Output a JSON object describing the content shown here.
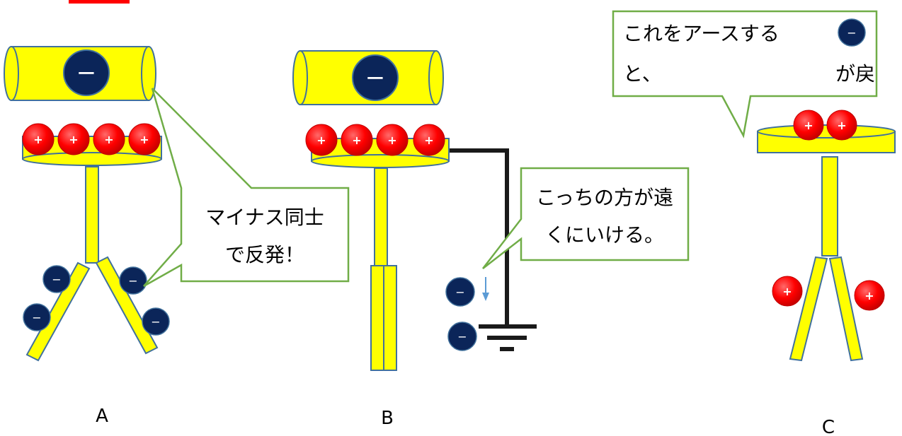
{
  "signs": {
    "minus": "−",
    "plus": "+"
  },
  "panel_a": {
    "label": "A",
    "callout": {
      "line1": "マイナス同士",
      "line2": "で反発！"
    }
  },
  "panel_b": {
    "label": "B",
    "callout": {
      "line1": "こっちの方が遠",
      "line2": "くにいける。"
    }
  },
  "panel_c": {
    "label": "C",
    "callout": {
      "line1": "これをアースする",
      "line2_left": "と、",
      "line2_right": "が戻"
    }
  },
  "colors": {
    "conductor_yellow": "#ffff00",
    "outline_blue": "#41719c",
    "negative_navy": "#0b2559",
    "positive_red": "#ff0000",
    "callout_border": "#70ad47",
    "arrow_blue": "#5b9bd5",
    "ground_black": "#1a1a1a",
    "accent_bar": "#ff0000"
  }
}
